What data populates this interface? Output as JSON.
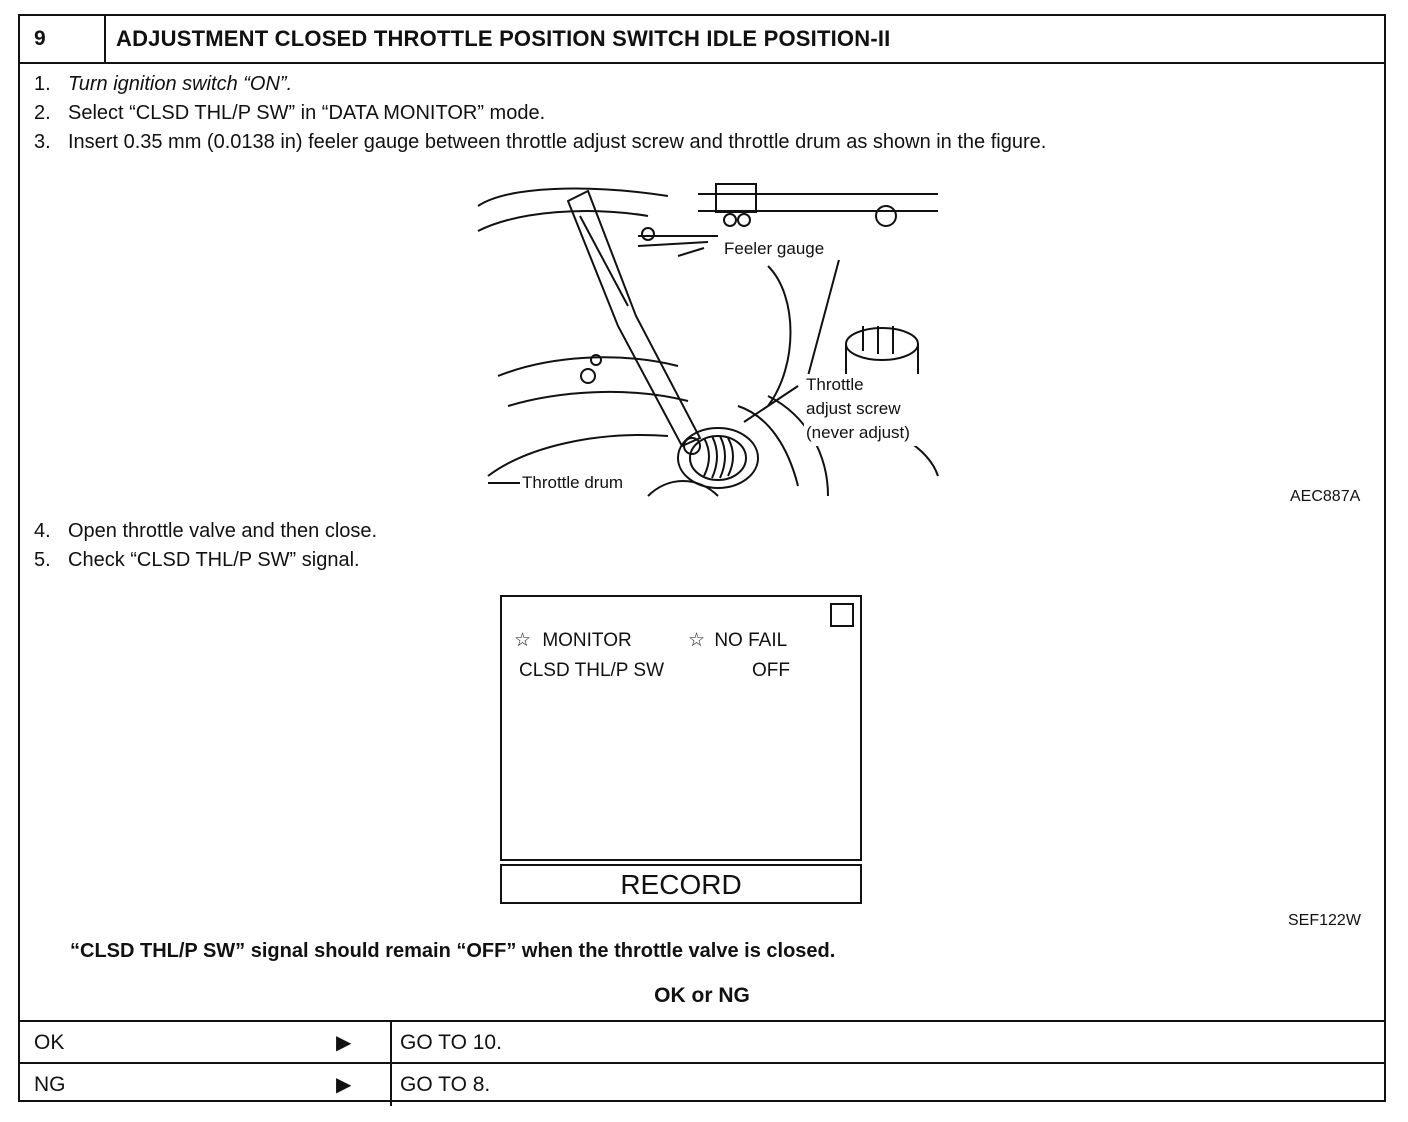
{
  "header": {
    "step_number": "9",
    "title": "ADJUSTMENT CLOSED THROTTLE POSITION SWITCH IDLE POSITION-II"
  },
  "steps_a": [
    {
      "num": "1.",
      "text": "Turn ignition switch “ON”."
    },
    {
      "num": "2.",
      "text": "Select “CLSD THL/P SW” in “DATA MONITOR” mode."
    },
    {
      "num": "3.",
      "text": "Insert 0.35 mm (0.0138 in) feeler gauge between throttle adjust screw and throttle drum as shown in the figure."
    }
  ],
  "figure1": {
    "labels": {
      "feeler_gauge": "Feeler gauge",
      "throttle": "Throttle",
      "adjust_screw": "adjust screw",
      "never_adjust": "(never adjust)",
      "throttle_drum": "Throttle drum"
    },
    "code": "AEC887A"
  },
  "steps_b": [
    {
      "num": "4.",
      "text": "Open throttle valve and then close."
    },
    {
      "num": "5.",
      "text": "Check “CLSD THL/P SW” signal."
    }
  ],
  "monitor": {
    "star_glyph": "☆",
    "monitor_label": "MONITOR",
    "status": "NO FAIL",
    "item_name": "CLSD THL/P SW",
    "item_value": "OFF",
    "record_button": "RECORD"
  },
  "figure2": {
    "code": "SEF122W"
  },
  "note": "“CLSD THL/P SW” signal should remain “OFF” when the throttle valve is closed.",
  "ok_ng_title": "OK or NG",
  "results": [
    {
      "label": "OK",
      "arrow": "▶",
      "action": "GO TO 10."
    },
    {
      "label": "NG",
      "arrow": "▶",
      "action": "GO TO 8."
    }
  ]
}
